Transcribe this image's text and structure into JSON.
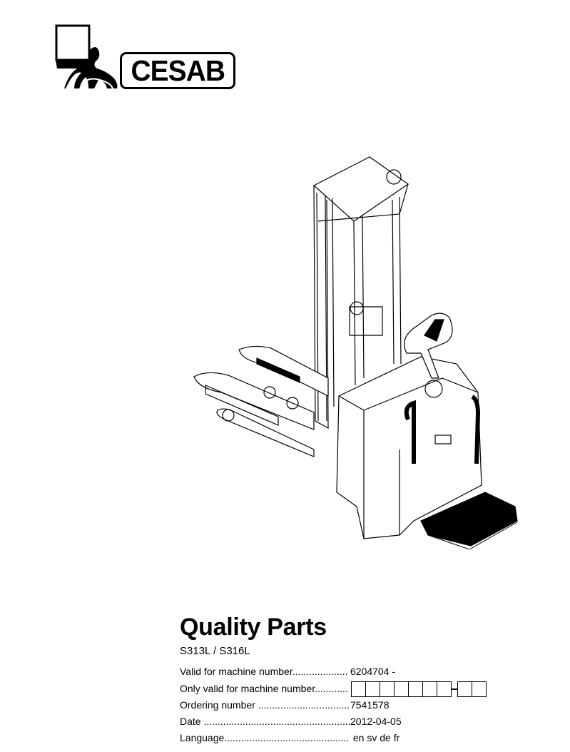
{
  "logo": {
    "brand": "CESAB"
  },
  "document": {
    "title": "Quality Parts",
    "models": "S313L / S316L",
    "fields": [
      {
        "label": "Valid for machine number....................",
        "value": "6204704 -"
      },
      {
        "label": "Only valid for machine number............",
        "value": ""
      },
      {
        "label": "Ordering number .................................",
        "value": "7541578"
      },
      {
        "label": "Date .....................................................",
        "value": "2012-04-05"
      },
      {
        "label": "Language.............................................",
        "value": " en sv de fr"
      }
    ]
  }
}
